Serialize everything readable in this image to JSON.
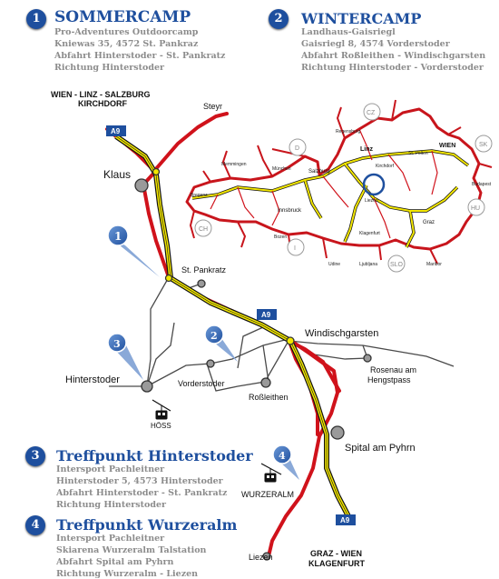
{
  "blocks": {
    "b1": {
      "number": "1",
      "title": "SOMMERCAMP",
      "lines": [
        "Pro-Adventures Outdoorcamp",
        "Kniewas 35, 4572 St. Pankraz",
        "Abfahrt Hinterstoder - St. Pankratz",
        "Richtung Hinterstoder"
      ]
    },
    "b2": {
      "number": "2",
      "title": "WINTERCAMP",
      "lines": [
        "Landhaus-Gaisriegl",
        "Gaisriegl 8, 4574 Vorderstoder",
        "Abfahrt Roßleithen - Windischgarsten",
        "Richtung Hinterstoder - Vorderstoder"
      ]
    },
    "b3": {
      "number": "3",
      "title": "Treffpunkt Hinterstoder",
      "lines": [
        "Intersport Pachleitner",
        "Hinterstoder 5, 4573 Hinterstoder",
        "Abfahrt Hinterstoder - St. Pankratz",
        "Richtung Hinterstoder"
      ]
    },
    "b4": {
      "number": "4",
      "title": "Treffpunkt Wurzeralm",
      "lines": [
        "Intersport Pachleitner",
        "Skiarena Wurzeralm Talstation",
        "Abfahrt Spital am Pyhrn",
        "Richtung Wurzeralm - Liezen"
      ]
    }
  },
  "map": {
    "labels": {
      "wien_linz": "WIEN - LINZ - SALZBURG",
      "kirchdorf": "KIRCHDORF",
      "steyr": "Steyr",
      "klaus": "Klaus",
      "st_pankratz": "St. Pankratz",
      "windischgarsten": "Windischgarsten",
      "hinterstoder": "Hinterstoder",
      "vorderstoder": "Vorderstoder",
      "rossleithen": "Roßleithen",
      "rosenau1": "Rosenau am",
      "rosenau2": "Hengstpass",
      "spital": "Spital am Pyhrn",
      "hoess": "HÖSS",
      "wurzeralm": "WURZERALM",
      "liezen": "Liezen",
      "graz_wien": "GRAZ - WIEN",
      "klagenfurt": "KLAGENFURT"
    },
    "shields": {
      "a9_top": "A9",
      "a9_mid": "A9",
      "a9_bottom": "A9"
    },
    "markers": {
      "m1": "1",
      "m2": "2",
      "m3": "3",
      "m4": "4"
    },
    "inset": {
      "countries": {
        "cz": "CZ",
        "d": "D",
        "sk": "SK",
        "hu": "HU",
        "ch": "CH",
        "i": "I",
        "slo": "SLO"
      },
      "cities": {
        "linz": "Linz",
        "wien": "WIEN",
        "st_poelten": "St. Pölten",
        "salzburg": "Salzburg",
        "innsbruck": "Innsbruck",
        "graz": "Graz",
        "bregenz": "Bregenz",
        "klagenfurt": "Klagenfurt",
        "regensburg": "Regensburg",
        "memmingen": "Memmingen",
        "muenchen": "München",
        "kirchdorf": "Kirchdorf",
        "liezen": "Liezen",
        "bozen": "Bozen",
        "udine": "Udine",
        "ljubljana": "Ljubljana",
        "maribor": "Maribor",
        "budapest": "Budapest"
      }
    }
  },
  "colors": {
    "blue": "#1e4f9e",
    "red": "#d0121b",
    "motorway": "#f2e600",
    "grey_text": "#8c8c8c"
  }
}
